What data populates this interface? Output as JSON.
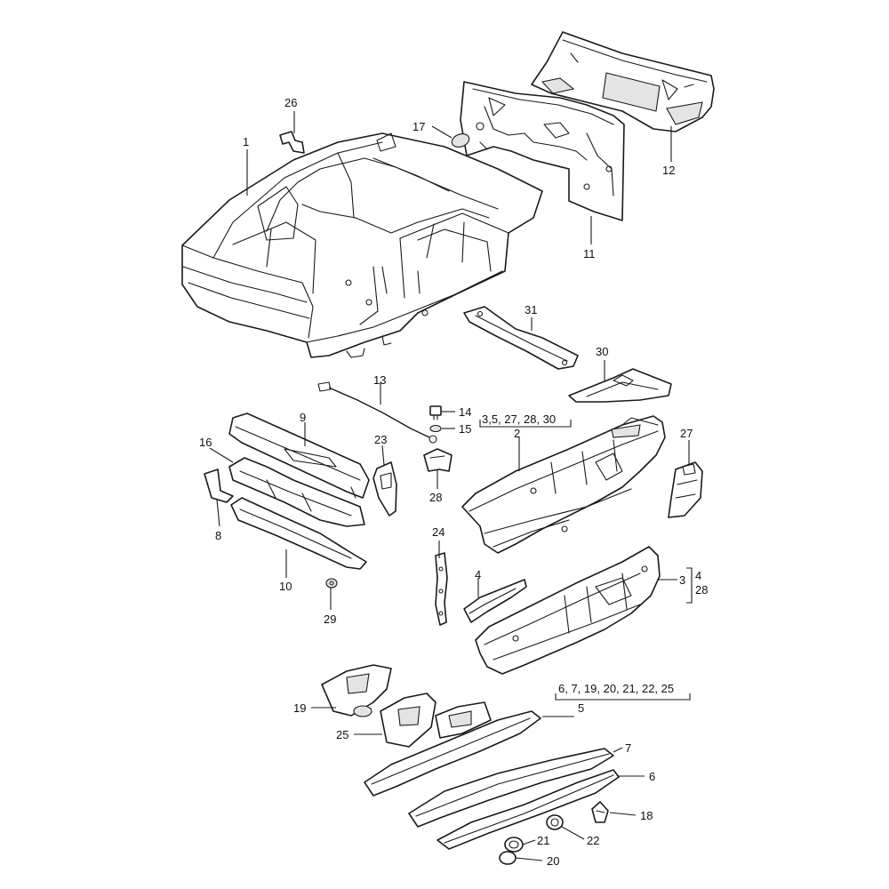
{
  "callouts": {
    "p1": "1",
    "p2": "2",
    "p3": "3",
    "p4": "4",
    "p5": "5",
    "p6": "6",
    "p7": "7",
    "p8": "8",
    "p9": "9",
    "p10": "10",
    "p11": "11",
    "p12": "12",
    "p13": "13",
    "p14": "14",
    "p15": "15",
    "p16": "16",
    "p17": "17",
    "p18": "18",
    "p19": "19",
    "p20": "20",
    "p21": "21",
    "p22": "22",
    "p23": "23",
    "p24": "24",
    "p25": "25",
    "p26": "26",
    "p27": "27",
    "p28a": "28",
    "p28b": "28",
    "p29": "29",
    "p30": "30",
    "p31": "31"
  },
  "groups": {
    "g2": "3,5, 27, 28, 30",
    "g5": "6, 7, 19, 20, 21, 22, 25"
  }
}
